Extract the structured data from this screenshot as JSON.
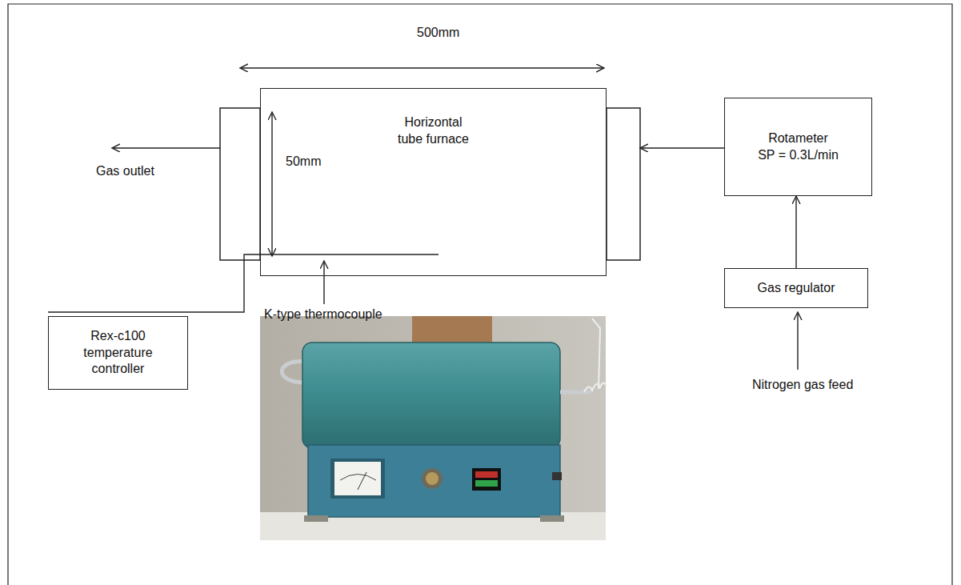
{
  "diagram": {
    "nodes": [
      {
        "text": [
          "Horizontal tube furnace"
        ]
      },
      {
        "text": [
          "Rotameter",
          "SP = 0.3L/min"
        ]
      },
      {
        "text": [
          "Gas regulator"
        ]
      },
      {
        "text": [
          "Rex-c100 temperature controller"
        ]
      }
    ],
    "edges": [
      {
        "from": 2,
        "to": 1,
        "arrow": "to"
      },
      {
        "from": 1,
        "to": 0,
        "arrow": "to"
      },
      {
        "from": 3,
        "to": 0,
        "arrow": "none"
      }
    ],
    "labels": [
      "500mm",
      "50mm",
      "Gas outlet",
      "K-type thermocouple",
      "Nitrogen gas feed"
    ]
  }
}
